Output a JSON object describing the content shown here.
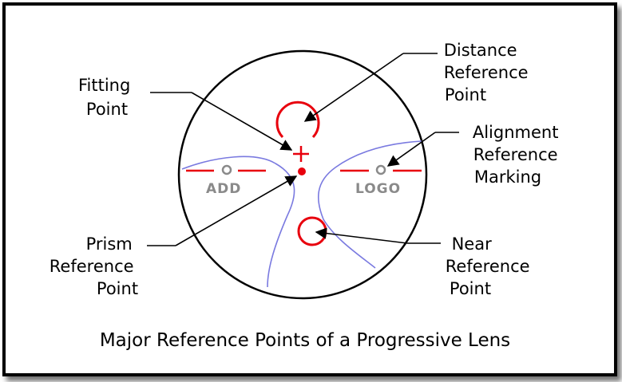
{
  "labels": {
    "fitting_point": [
      "Fitting",
      "Point"
    ],
    "distance_reference_point": [
      "Distance",
      "Reference",
      "Point"
    ],
    "alignment_reference_marking": [
      "Alignment",
      "Reference",
      "Marking"
    ],
    "prism_reference_point": [
      "Prism",
      "Reference",
      "Point"
    ],
    "near_reference_point": [
      "Near",
      "Reference",
      "Point"
    ]
  },
  "lens_marks": {
    "add": "ADD",
    "logo": "LOGO"
  },
  "caption": "Major Reference Points of a Progressive Lens",
  "colors": {
    "reference_marks": "#e8000d",
    "progressive_corridor": "#7a7ae0",
    "engraving": "#8a8a8a",
    "outline": "#000000"
  }
}
